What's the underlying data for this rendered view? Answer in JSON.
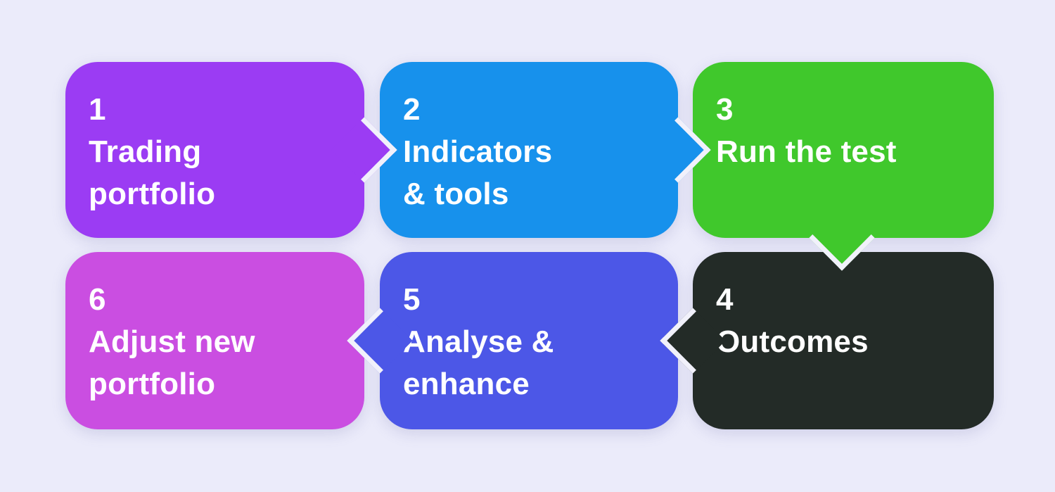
{
  "canvas": {
    "background": "#ebebfa",
    "connector_outline": "#f1f1fb"
  },
  "text_color": "#ffffff",
  "steps": [
    {
      "number": "1",
      "lines": [
        "Trading",
        "portfolio"
      ],
      "color": "#9b3cf3"
    },
    {
      "number": "2",
      "lines": [
        "Indicators",
        "& tools"
      ],
      "color": "#1791ec"
    },
    {
      "number": "3",
      "lines": [
        "Run the test"
      ],
      "color": "#40c82c"
    },
    {
      "number": "4",
      "lines": [
        "Outcomes"
      ],
      "color": "#232b27"
    },
    {
      "number": "5",
      "lines": [
        "Analyse &",
        "enhance"
      ],
      "color": "#4c57e7"
    },
    {
      "number": "6",
      "lines": [
        "Adjust new",
        "portfolio"
      ],
      "color": "#ca4ee1"
    }
  ],
  "flow": [
    {
      "from": "1",
      "to": "2",
      "direction": "right"
    },
    {
      "from": "2",
      "to": "3",
      "direction": "right"
    },
    {
      "from": "3",
      "to": "4",
      "direction": "down"
    },
    {
      "from": "4",
      "to": "5",
      "direction": "left"
    },
    {
      "from": "5",
      "to": "6",
      "direction": "left"
    }
  ]
}
